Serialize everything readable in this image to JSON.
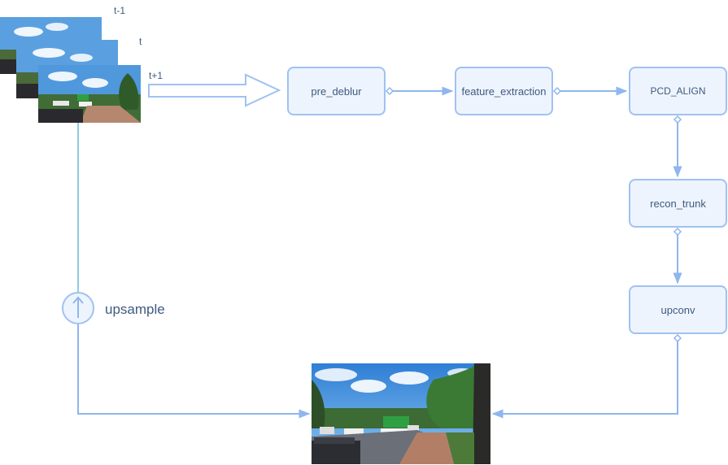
{
  "diagram": {
    "frames": [
      {
        "label": "t-1"
      },
      {
        "label": "t"
      },
      {
        "label": "t+1"
      }
    ],
    "nodes": {
      "pre_deblur": "pre_deblur",
      "feature_extraction": "feature_extraction",
      "pcd_align": "PCD_ALIGN",
      "recon_trunk": "recon_trunk",
      "upconv": "upconv"
    },
    "upsample_label": "upsample",
    "colors": {
      "node_fill": "#eef4fd",
      "node_border": "#9fc2f2",
      "edge": "#8fb6ee",
      "text": "#3d5a80",
      "skip_line": "#6fb8d8"
    }
  }
}
